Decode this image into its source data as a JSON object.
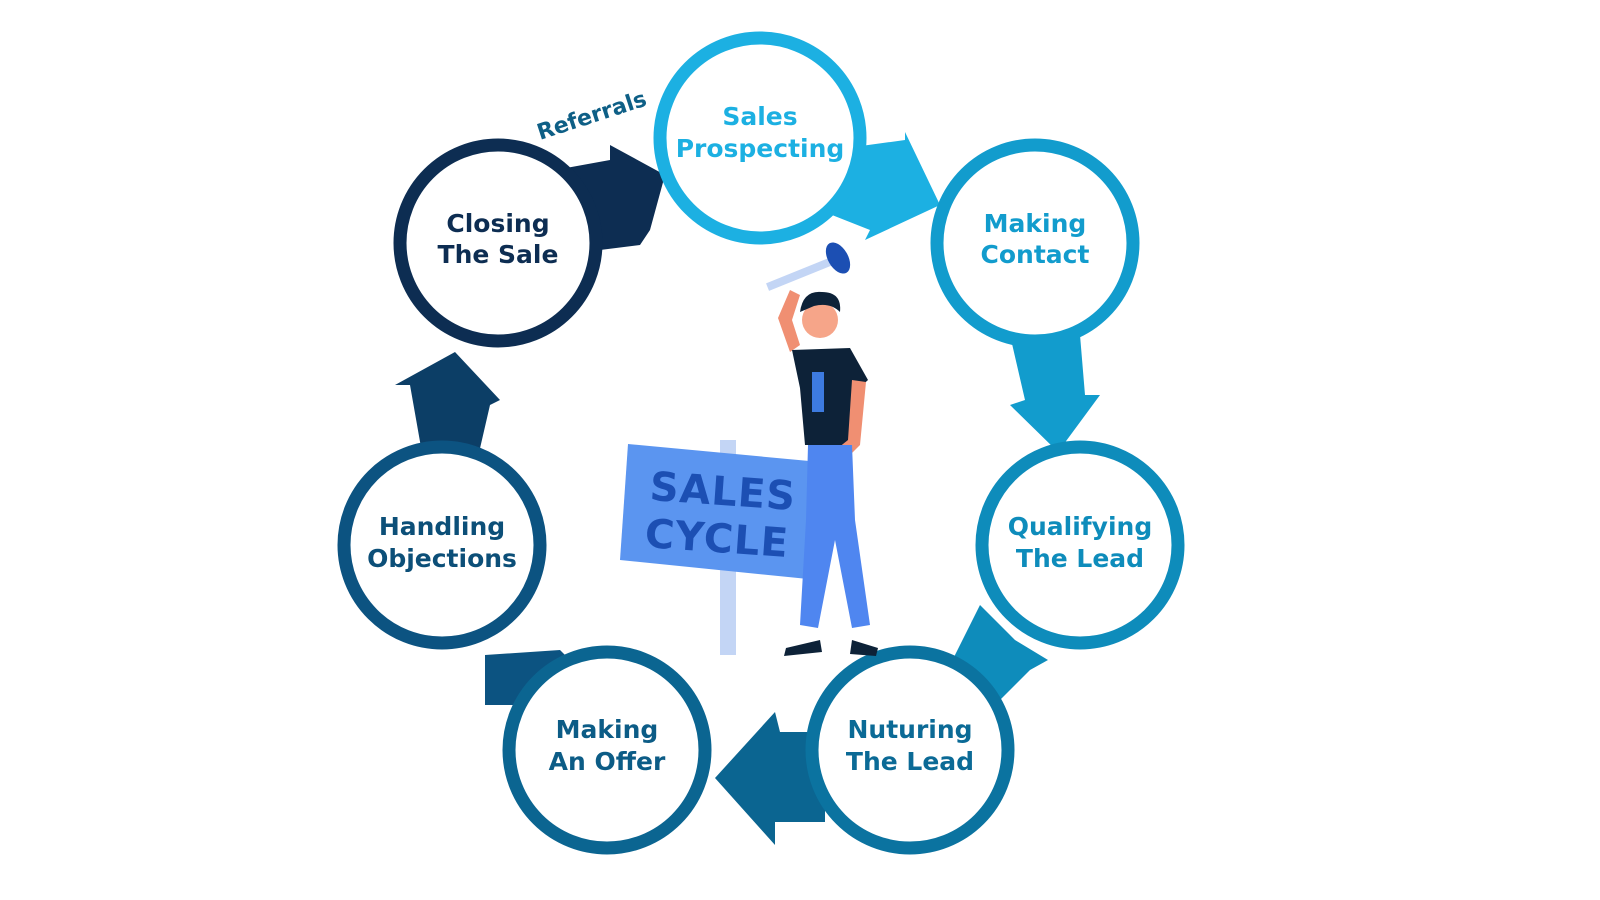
{
  "diagram": {
    "sign": {
      "line1": "SALES",
      "line2": "CYCLE"
    },
    "referrals": "Referrals",
    "stages": [
      {
        "id": "sales-prospecting",
        "line1": "Sales",
        "line2": "Prospecting",
        "color": "#1CB0E2",
        "text_color": "#1CB0E2"
      },
      {
        "id": "making-contact",
        "line1": "Making",
        "line2": "Contact",
        "color": "#129CCD",
        "text_color": "#129CCD"
      },
      {
        "id": "qualifying-the-lead",
        "line1": "Qualifying",
        "line2": "The Lead",
        "color": "#0E8CBB",
        "text_color": "#0E8CBB"
      },
      {
        "id": "nuturing-the-lead",
        "line1": "Nuturing",
        "line2": "The Lead",
        "color": "#0B73A0",
        "text_color": "#0B6A96"
      },
      {
        "id": "making-an-offer",
        "line1": "Making",
        "line2": "An Offer",
        "color": "#0B6591",
        "text_color": "#0C5C86"
      },
      {
        "id": "handling-objections",
        "line1": "Handling",
        "line2": "Objections",
        "color": "#0C5381",
        "text_color": "#0C4F78"
      },
      {
        "id": "closing-the-sale",
        "line1": "Closing",
        "line2": "The Sale",
        "color": "#0D2D52",
        "text_color": "#0D2D52"
      }
    ],
    "colors": {
      "sign_board": "#5B95F0",
      "sign_text": "#1C4FB3",
      "post": "#C3D5F5",
      "referrals": "#0E5F86"
    }
  }
}
